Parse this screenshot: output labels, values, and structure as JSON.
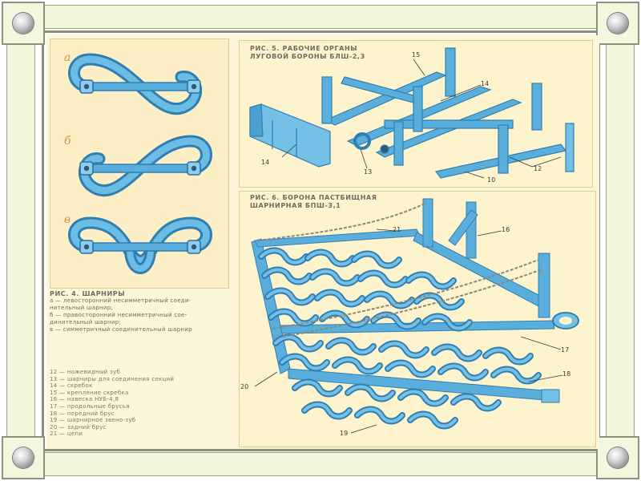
{
  "fig4": {
    "title": "РИС. 4. ШАРНИРЫ",
    "marks": [
      "а",
      "б",
      "в"
    ],
    "desc": [
      "а — левосторонний несимметричный соеди-",
      "нительный шарнир;",
      "б — правосторонний несимметричный сое-",
      "динительный шарнир;",
      "в — симметричный соединительный шарнир"
    ]
  },
  "fig5": {
    "title_line1": "РИС. 5. РАБОЧИЕ ОРГАНЫ",
    "title_line2": "ЛУГОВОЙ БОРОНЫ БЛШ-2,3",
    "labels": [
      "15",
      "14",
      "14",
      "13",
      "10",
      "12"
    ]
  },
  "fig6": {
    "title_line1": "РИС. 6. БОРОНА ПАСТБИЩНАЯ",
    "title_line2": "ШАРНИРНАЯ БПШ-3,1",
    "labels": [
      "21",
      "16",
      "17",
      "18",
      "20",
      "19"
    ]
  },
  "legend": [
    "12 — ножевидный зуб",
    "13 — шарниры для соединения секций",
    "14 — скребок",
    "15 — крепление скребка",
    "16 — навеска НУБ-4,8",
    "17 — продольные брусья",
    "18 — передний брус",
    "19 — шарнирное звено-зуб",
    "20 — задний брус",
    "21 — цепи"
  ],
  "colors": {
    "steel": "#5aaedc",
    "steel_dark": "#2f7fb3",
    "paper": "#fdf6d8",
    "frame": "#f2f6dc"
  }
}
